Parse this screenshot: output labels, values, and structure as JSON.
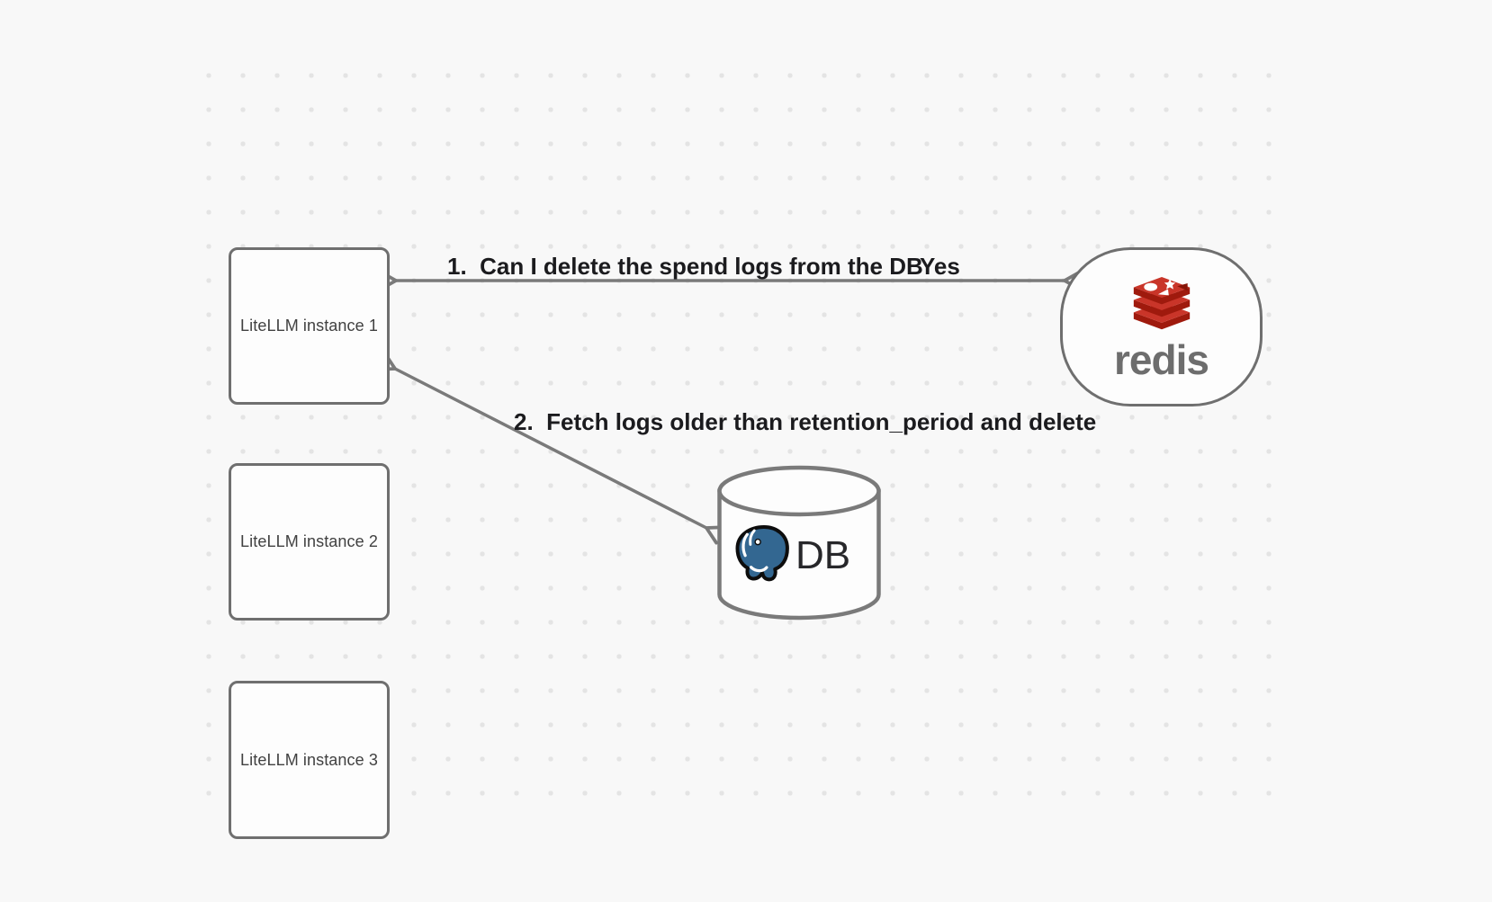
{
  "nodes": {
    "litellm_instances": [
      {
        "label": "LiteLLM instance 1"
      },
      {
        "label": "LiteLLM instance 2"
      },
      {
        "label": "LiteLLM instance 3"
      }
    ],
    "redis": {
      "label": "redis",
      "icon": "redis-stacked-cubes-logo"
    },
    "db": {
      "label": "DB",
      "icon": "postgresql-elephant-logo",
      "shape": "cylinder"
    }
  },
  "edges": [
    {
      "id": "redis-litellm1",
      "type": "double-arrow-horizontal",
      "label": "1.  Can I delete the spend logs from the DB",
      "response_label": "Yes"
    },
    {
      "id": "db-litellm1",
      "type": "double-arrow-diagonal",
      "label": "2.  Fetch logs older than retention_period and delete"
    }
  ],
  "palette": {
    "bg": "#f8f8f8",
    "dot": "#e4e4e4",
    "stroke": "#6f6f6f",
    "arrow": "#7a7a7a",
    "node_fill": "#fdfdfd",
    "node_text": "#414141",
    "label_text": "#1b1b1e",
    "redis_text": "#6d6d6d",
    "redis_top": "#c93529",
    "redis_front": "#9f1a0d",
    "redis_dark": "#871407",
    "pg_blue": "#336791",
    "db_text": "#27272a"
  }
}
